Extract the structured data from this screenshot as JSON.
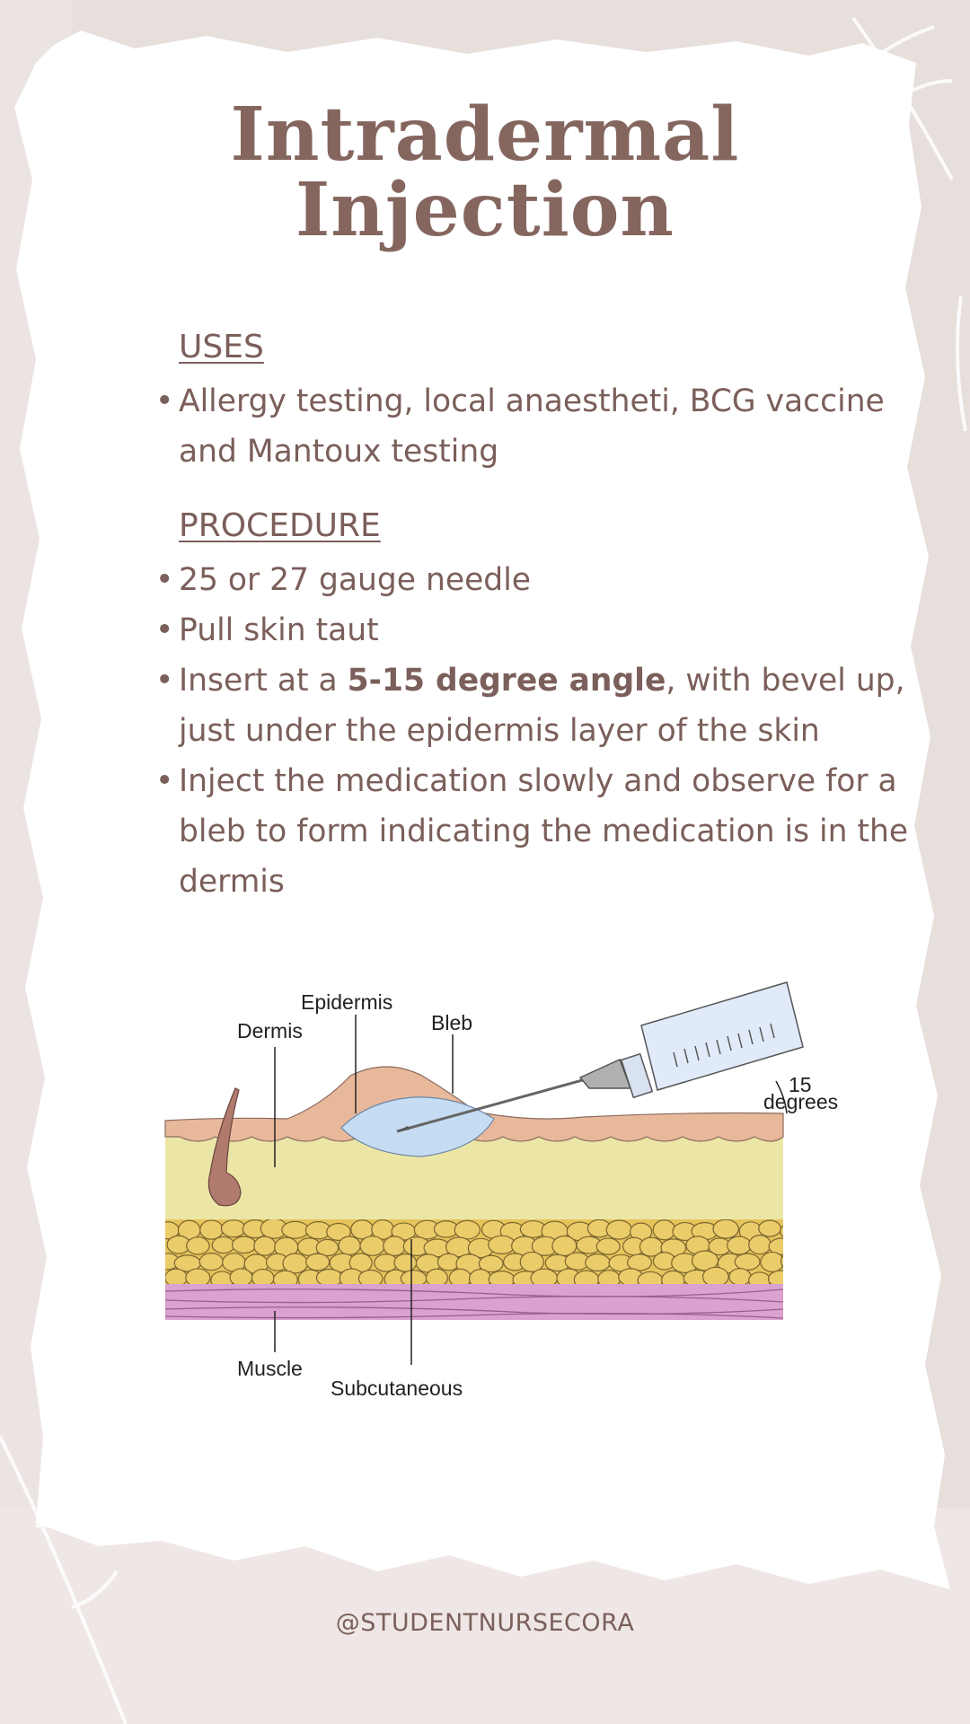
{
  "title": {
    "line1": "Intradermal",
    "line2": "Injection"
  },
  "uses": {
    "heading": "USES",
    "bullets": [
      {
        "text": "Allergy testing, local anaestheti, BCG vaccine and Mantoux testing"
      }
    ]
  },
  "procedure": {
    "heading": "PROCEDURE",
    "bullets": [
      {
        "text": "25 or 27 gauge needle"
      },
      {
        "text": "Pull skin taut"
      },
      {
        "pre": "Insert at a ",
        "bold": "5-15 degree angle",
        "post": ", with bevel up, just under the epidermis layer of the skin"
      },
      {
        "text": "Inject the medication slowly and observe for a bleb to form indicating the medication is in the dermis"
      }
    ]
  },
  "diagram": {
    "labels": {
      "epidermis": "Epidermis",
      "dermis": "Dermis",
      "bleb": "Bleb",
      "angle_value": "15",
      "angle_unit": "degrees",
      "muscle": "Muscle",
      "subcutaneous": "Subcutaneous"
    },
    "colors": {
      "epidermis": "#e8b89a",
      "dermis": "#ece6a6",
      "fat": "#e6c45a",
      "muscle": "#d9a2cf",
      "bleb": "#c6dcf2",
      "syringe": "#e0eaf8"
    }
  },
  "footer": {
    "handle": "@STUDENTNURSECORA"
  }
}
